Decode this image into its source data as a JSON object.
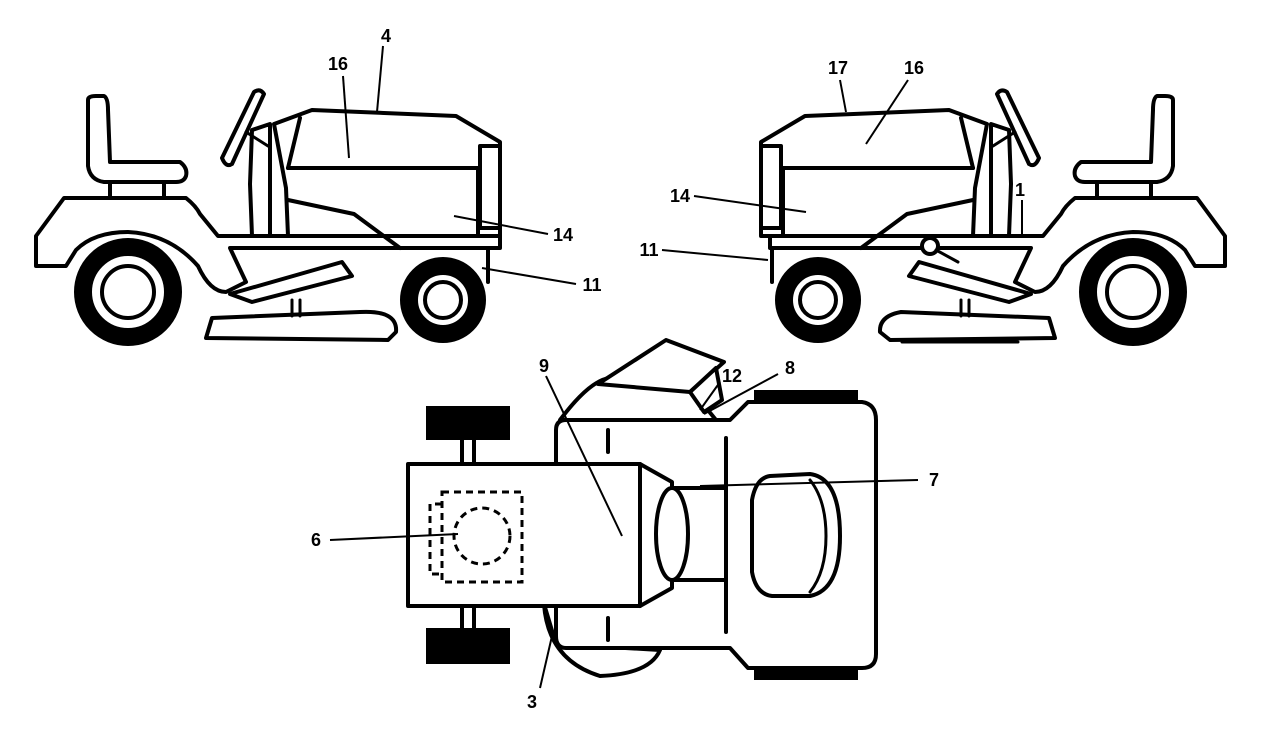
{
  "callouts": {
    "c1": "1",
    "c3": "3",
    "c4": "4",
    "c6": "6",
    "c7": "7",
    "c8": "8",
    "c9": "9",
    "c11": "11",
    "c12": "12",
    "c14": "14",
    "c16": "16",
    "c17": "17"
  }
}
